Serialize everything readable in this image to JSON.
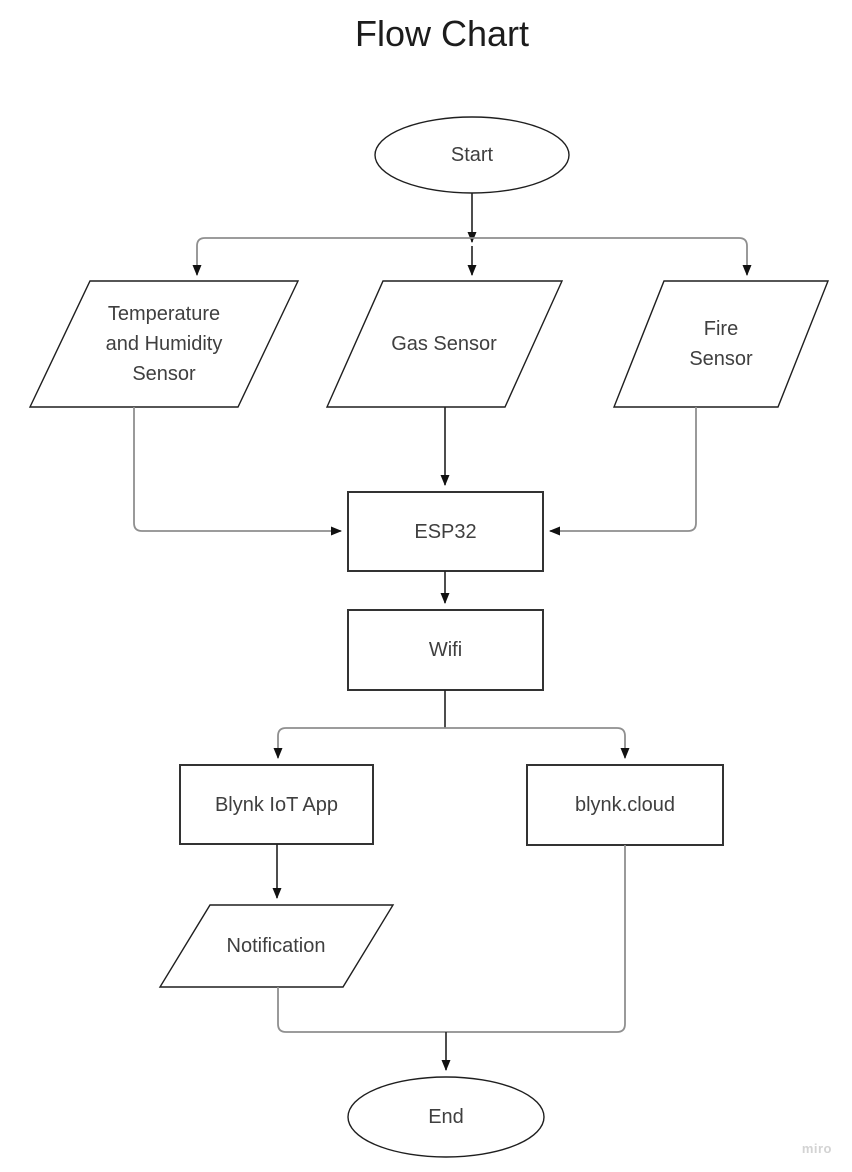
{
  "title": "Flow Chart",
  "watermark": "miro",
  "colors": {
    "background": "#ffffff",
    "shape_stroke": "#1f1f1f",
    "rect_stroke": "#333333",
    "connector_gray": "#8f8f8f",
    "connector_dark": "#222222",
    "arrowhead": "#111111",
    "label_text": "#3f3f3f",
    "title_text": "#1c1c1c",
    "watermark_text": "#d3d3d3"
  },
  "nodes": {
    "start": {
      "type": "ellipse",
      "label": "Start"
    },
    "temperature_humidity_sensor": {
      "type": "parallelogram",
      "label": "Temperature and Humidity Sensor"
    },
    "gas_sensor": {
      "type": "parallelogram",
      "label": "Gas Sensor"
    },
    "fire_sensor": {
      "type": "parallelogram",
      "label": "Fire Sensor"
    },
    "esp32": {
      "type": "rectangle",
      "label": "ESP32"
    },
    "wifi": {
      "type": "rectangle",
      "label": "Wifi"
    },
    "blynk_iot_app": {
      "type": "rectangle",
      "label": "Blynk IoT App"
    },
    "blynk_cloud": {
      "type": "rectangle",
      "label": "blynk.cloud"
    },
    "notification": {
      "type": "parallelogram",
      "label": "Notification"
    },
    "end": {
      "type": "ellipse",
      "label": "End"
    }
  },
  "edges": [
    {
      "from": "start",
      "to": "temperature_humidity_sensor"
    },
    {
      "from": "start",
      "to": "gas_sensor"
    },
    {
      "from": "start",
      "to": "fire_sensor"
    },
    {
      "from": "temperature_humidity_sensor",
      "to": "esp32"
    },
    {
      "from": "gas_sensor",
      "to": "esp32"
    },
    {
      "from": "fire_sensor",
      "to": "esp32"
    },
    {
      "from": "esp32",
      "to": "wifi"
    },
    {
      "from": "wifi",
      "to": "blynk_iot_app"
    },
    {
      "from": "wifi",
      "to": "blynk_cloud"
    },
    {
      "from": "blynk_iot_app",
      "to": "notification"
    },
    {
      "from": "notification",
      "to": "end"
    },
    {
      "from": "blynk_cloud",
      "to": "end"
    }
  ]
}
